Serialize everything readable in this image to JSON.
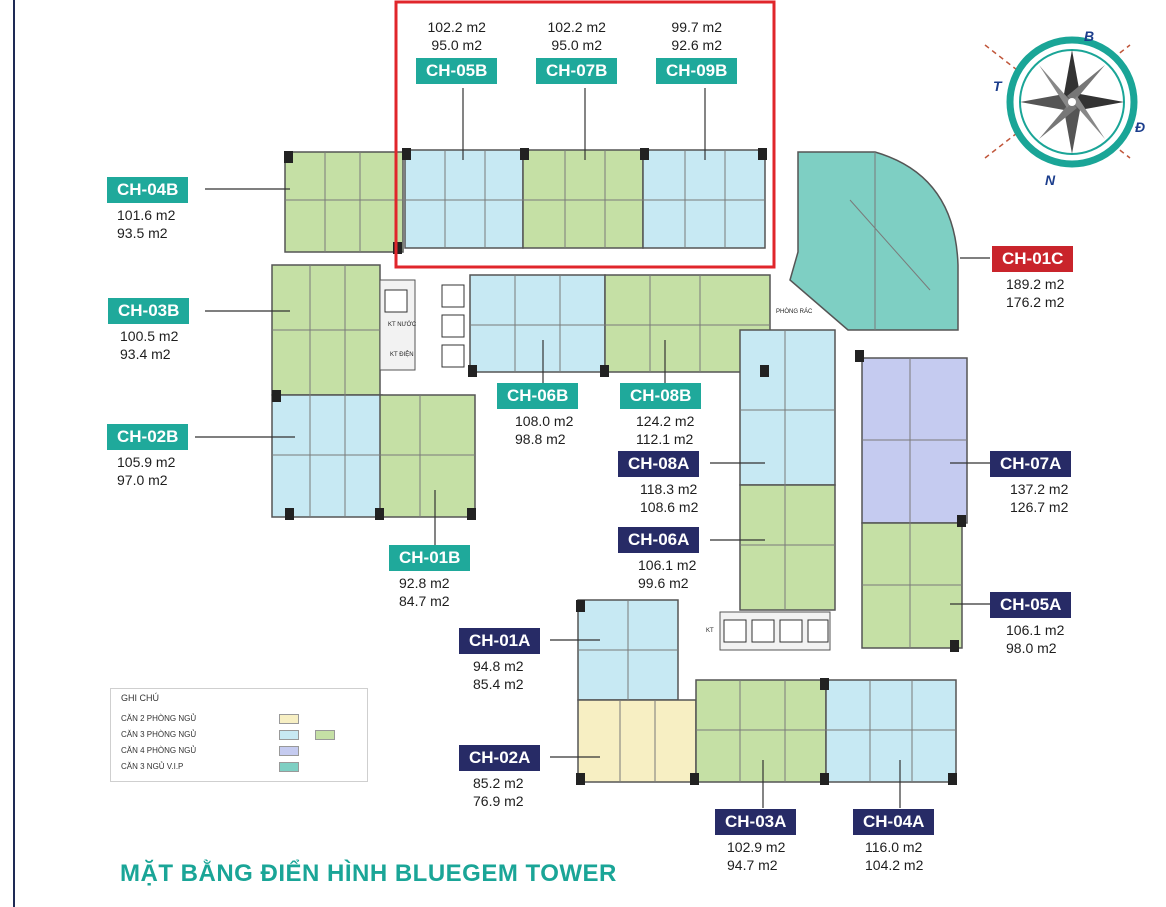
{
  "title": "MẶT BẰNG ĐIỂN HÌNH BLUEGEM TOWER",
  "colors": {
    "green": "#c5e0a5",
    "light_blue": "#c7e9f3",
    "yellow": "#f7efc3",
    "purple": "#c5cbf0",
    "teal": "#7ecfc3",
    "tag_b": "#1fa99b",
    "tag_a": "#272b66",
    "tag_c": "#c9242b",
    "highlight": "#e0262b"
  },
  "units": {
    "ch05b": {
      "code": "CH-05B",
      "area1": "102.2 m2",
      "area2": "95.0 m2"
    },
    "ch07b": {
      "code": "CH-07B",
      "area1": "102.2 m2",
      "area2": "95.0 m2"
    },
    "ch09b": {
      "code": "CH-09B",
      "area1": "99.7 m2",
      "area2": "92.6 m2"
    },
    "ch04b": {
      "code": "CH-04B",
      "area1": "101.6 m2",
      "area2": "93.5 m2"
    },
    "ch03b": {
      "code": "CH-03B",
      "area1": "100.5 m2",
      "area2": "93.4 m2"
    },
    "ch02b": {
      "code": "CH-02B",
      "area1": "105.9 m2",
      "area2": "97.0 m2"
    },
    "ch01b": {
      "code": "CH-01B",
      "area1": "92.8 m2",
      "area2": "84.7 m2"
    },
    "ch06b": {
      "code": "CH-06B",
      "area1": "108.0 m2",
      "area2": "98.8 m2"
    },
    "ch08b": {
      "code": "CH-08B",
      "area1": "124.2 m2",
      "area2": "112.1 m2"
    },
    "ch01c": {
      "code": "CH-01C",
      "area1": "189.2 m2",
      "area2": "176.2 m2"
    },
    "ch08a": {
      "code": "CH-08A",
      "area1": "118.3 m2",
      "area2": "108.6 m2"
    },
    "ch07a": {
      "code": "CH-07A",
      "area1": "137.2 m2",
      "area2": "126.7 m2"
    },
    "ch06a": {
      "code": "CH-06A",
      "area1": "106.1 m2",
      "area2": "99.6 m2"
    },
    "ch05a": {
      "code": "CH-05A",
      "area1": "106.1 m2",
      "area2": "98.0 m2"
    },
    "ch01a": {
      "code": "CH-01A",
      "area1": "94.8 m2",
      "area2": "85.4 m2"
    },
    "ch02a": {
      "code": "CH-02A",
      "area1": "85.2 m2",
      "area2": "76.9 m2"
    },
    "ch03a": {
      "code": "CH-03A",
      "area1": "102.9 m2",
      "area2": "94.7 m2"
    },
    "ch04a": {
      "code": "CH-04A",
      "area1": "116.0 m2",
      "area2": "104.2 m2"
    }
  },
  "rooms": {
    "kt_nuoc": "KT NƯỚC",
    "kt_dien": "KT ĐIỆN",
    "phong_rac": "PHÒNG RÁC",
    "kt_small": "KT"
  },
  "legend": {
    "title": "GHI CHÚ",
    "rows": [
      "CĂN 2 PHÒNG NGỦ",
      "CĂN 3 PHÒNG NGỦ",
      "CĂN 4 PHÒNG NGỦ",
      "CĂN 3 NGỦ V.I.P"
    ]
  },
  "compass": {
    "north_letter": "B",
    "south_letter": "N",
    "east_letter": "Đ",
    "west_letter": "T"
  }
}
